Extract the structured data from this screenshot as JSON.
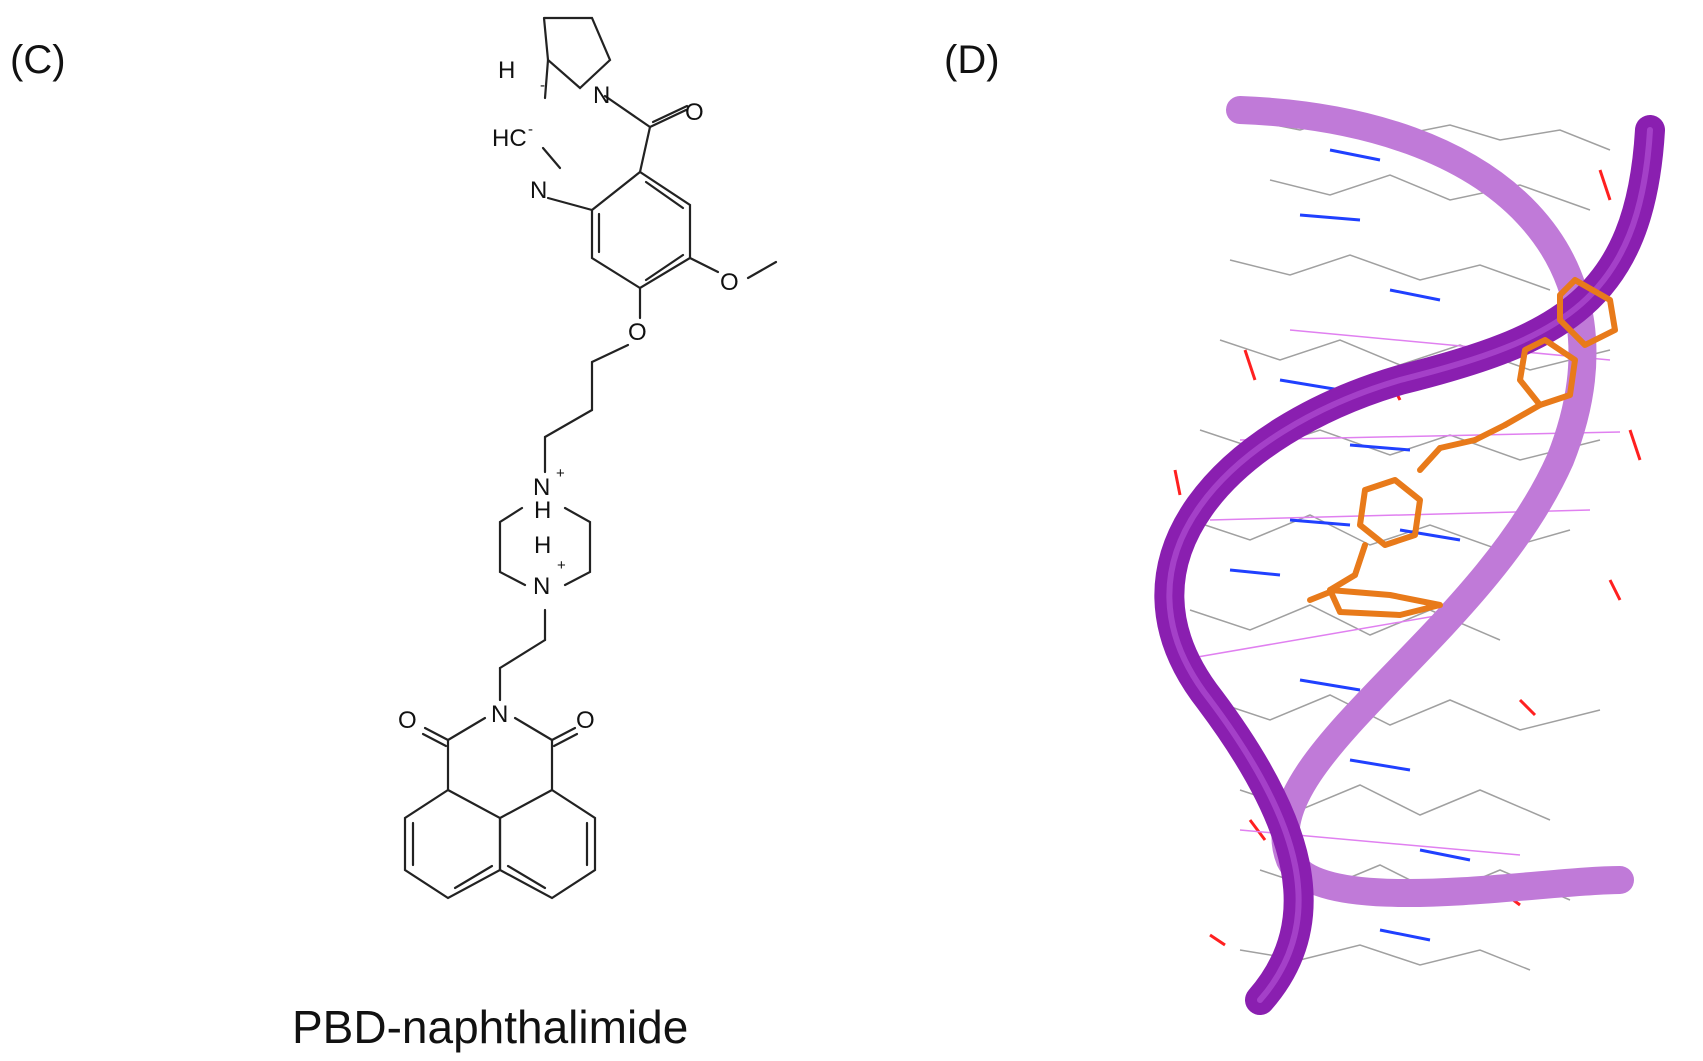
{
  "panels": {
    "left_label": "(C)",
    "right_label": "(D)"
  },
  "molecule": {
    "name": "PBD-naphthalimide",
    "atoms": {
      "H": "H",
      "HC": "HC",
      "minus": "-",
      "N": "N",
      "O": "O",
      "plus": "+"
    }
  },
  "colors": {
    "helix": "#8a1fb0",
    "helix_light": "#c07ad8",
    "ligand": "#e87a1a",
    "oxygen": "#ff2020",
    "nitrogen": "#2040ff",
    "carbon_lines": "#a0a0a0",
    "hbond": "#e080f0"
  }
}
